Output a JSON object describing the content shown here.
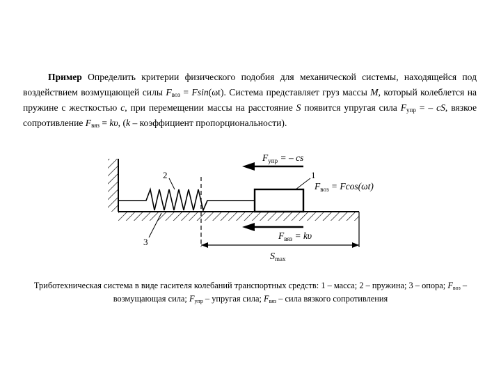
{
  "paragraph": {
    "label": "Пример",
    "t1": " Определить критерии физического подобия для механической системы, находящейся под воздействием возмущающей силы ",
    "f_voz_base": "F",
    "f_voz_sub": "воз",
    "t2": " = ",
    "fsin": "Fsin",
    "wt": "(ωt)",
    "t3": ". Система представляет груз массы ",
    "mass": "M",
    "t4": ", который колеблется на пружине с жесткостью ",
    "stiff": "c",
    "t5": ", при перемещении массы на расстояние ",
    "dist": "S",
    "t6": " появится упругая сила ",
    "f_upr_base": "F",
    "f_upr_sub": "упр",
    "t7": " = – ",
    "cs": "cS",
    "t8": ", вязкое сопротивление ",
    "f_vyaz_base": "F",
    "f_vyaz_sub": "вяз",
    "t9": " = ",
    "kv": "kυ",
    "t10": ", (",
    "k": "k",
    "t11": " – коэффициент пропорциональности)."
  },
  "diagram": {
    "force_upr_label": "F",
    "force_upr_sub": "упр",
    "force_upr_rhs": " = – cs",
    "force_voz_label": "F",
    "force_voz_sub": "воз",
    "force_voz_rhs": " = Fcos(ωt)",
    "force_vyaz_label": "F",
    "force_vyaz_sub": "вяз",
    "force_vyaz_rhs": " = kυ",
    "smax_label": "S",
    "smax_sub": "max",
    "marker_1": "1",
    "marker_2": "2",
    "marker_3": "3"
  },
  "caption": {
    "t1": "Триботехническая система в виде гасителя колебаний транспортных средств: 1 – масса; 2 – пружина; 3 – опора; ",
    "fvoz": "F",
    "fvoz_sub": "воз",
    "t2": " – возмущающая сила; ",
    "fupr": "F",
    "fupr_sub": "упр",
    "t3": " – упругая сила; ",
    "fvyaz": "F",
    "fvyaz_sub": "вяз",
    "t4": " – сила вязкого сопротивления"
  }
}
